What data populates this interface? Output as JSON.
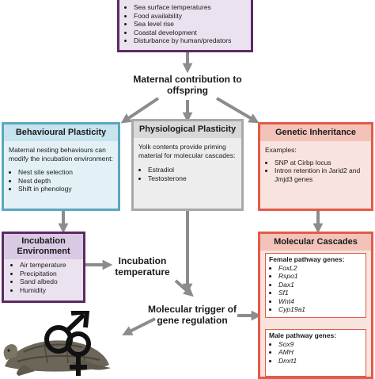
{
  "top_box": {
    "items": [
      "Sea surface temperatures",
      "Food availability",
      "Sea level rise",
      "Coastal development",
      "Disturbance by human/predators"
    ]
  },
  "maternal_label": "Maternal contribution to offspring",
  "behavioural": {
    "title": "Behavioural Plasticity",
    "text": "Maternal nesting behaviours can modify the incubation environment:",
    "items": [
      "Nest site selection",
      "Nest depth",
      "Shift in phenology"
    ]
  },
  "physiological": {
    "title": "Physiological Plasticity",
    "text": "Yolk contents provide priming material for molecular cascades:",
    "items": [
      "Estradiol",
      "Testosterone"
    ]
  },
  "genetic": {
    "title": "Genetic Inheritance",
    "text": "Examples:",
    "items": [
      "SNP at Cirbp locus",
      "Intron retention in Jarid2 and Jmjd3 genes"
    ]
  },
  "incubation_env": {
    "title": "Incubation Environment",
    "items": [
      "Air temperature",
      "Precipitation",
      "Sand albedo",
      "Humidity"
    ]
  },
  "incubation_temp_label": "Incubation temperature",
  "trigger_label": "Molecular trigger of gene regulation",
  "molecular": {
    "title": "Molecular Cascades",
    "female_title": "Female pathway genes:",
    "female_genes": [
      "FoxL2",
      "Rspo1",
      "Dax1",
      "Sf1",
      "Wnt4",
      "Cyp19a1"
    ],
    "male_title": "Male pathway genes:",
    "male_genes": [
      "Sox9",
      "AMH",
      "Dmrt1"
    ]
  },
  "icons": [
    "male-symbol-icon",
    "female-symbol-icon",
    "turtle-hatchling-icon"
  ],
  "colors": {
    "purple": "#5c2a63",
    "blue": "#5aa7bf",
    "gray": "#a8a8a8",
    "red": "#e25b4a",
    "arrow": "#8c8c8c"
  }
}
